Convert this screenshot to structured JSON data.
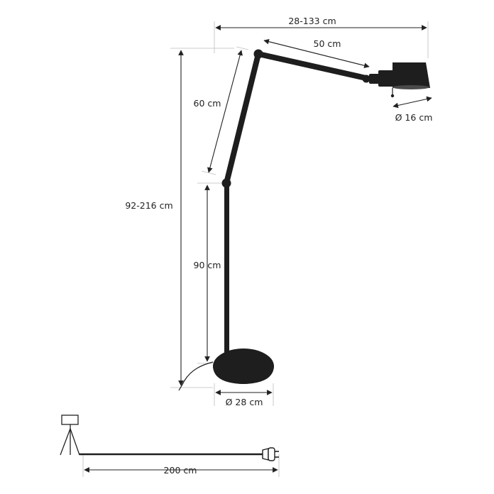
{
  "dimensions": {
    "reach": "28-133 cm",
    "upper_arm": "50 cm",
    "shade_diameter": "Ø 16 cm",
    "middle_arm": "60 cm",
    "total_height": "92-216 cm",
    "lower_pole": "90 cm",
    "base_diameter": "Ø 28 cm",
    "cable_length": "200 cm"
  },
  "colors": {
    "lamp": "#1e1e1e",
    "dimension_lines": "#222222",
    "extension_lines": "#bdbdbd"
  }
}
